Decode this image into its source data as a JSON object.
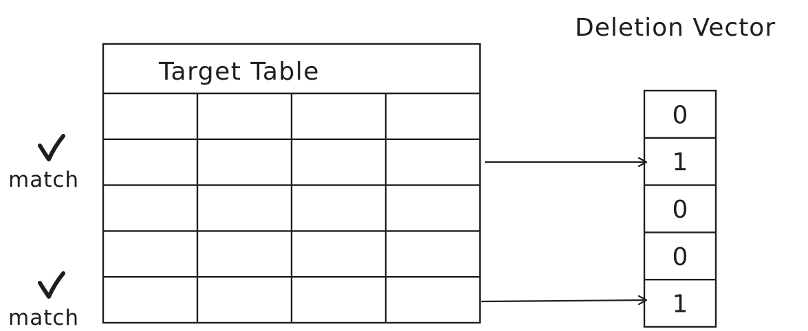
{
  "target_table": {
    "title": "Target Table",
    "rows": 5,
    "columns": 4
  },
  "deletion_vector": {
    "title": "Deletion Vector",
    "bits": [
      "0",
      "1",
      "0",
      "0",
      "1"
    ]
  },
  "match_markers": [
    {
      "row": 1,
      "label": "match",
      "icon": "checkmark-icon"
    },
    {
      "row": 4,
      "label": "match",
      "icon": "checkmark-icon"
    }
  ],
  "colors": {
    "stroke": "#1e1e1e",
    "background": "#ffffff"
  }
}
